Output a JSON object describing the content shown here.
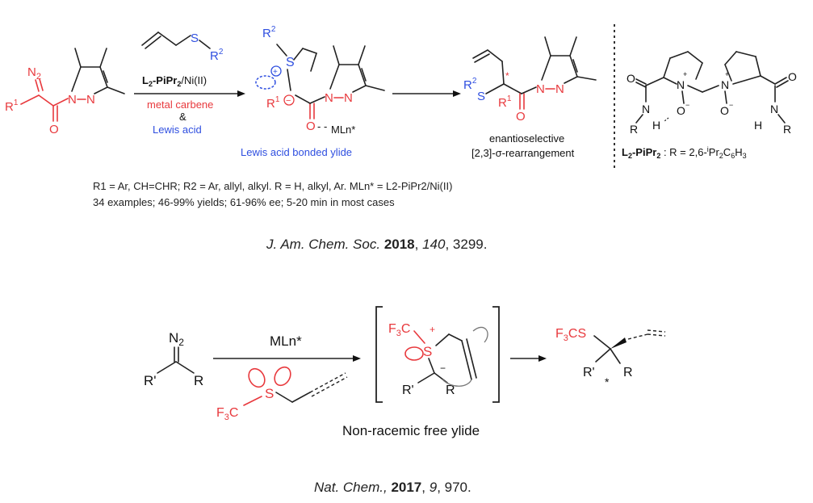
{
  "scheme1": {
    "reagent_r2": "R",
    "reagent_r2_sup": "2",
    "catalyst_prefix": "L",
    "catalyst_sub2": "2",
    "catalyst_mid": "-PiPr",
    "catalyst_suffix": "/Ni(II)",
    "metal_carbene": "metal carbene",
    "amp": "&",
    "lewis_acid": "Lewis acid",
    "ylide_caption": "Lewis acid bonded ylide",
    "mln_star": "MLn*",
    "enantio_line1": "enantioselective",
    "enantio_line2": "[2,3]-σ-rearrangement",
    "ligand_label_bold": "L2-PiPr2",
    "ligand_label_rest": ": R = 2,6-iPr2C6H3",
    "conditions_line1": "R1 = Ar, CH=CHR; R2 = Ar, allyl, alkyl. R = H, alkyl, Ar. MLn* = L2-PiPr2/Ni(II)",
    "conditions_line2": "34 examples; 46-99% yields; 61-96% ee; 5-20 min in most cases",
    "citation_journal": "J. Am. Chem. Soc.",
    "citation_year": "2018",
    "citation_volume": "140",
    "citation_page": "3299."
  },
  "scheme2": {
    "n2": "N2",
    "r_prime": "R'",
    "r": "R",
    "mln": "MLn*",
    "f3c": "F3C",
    "s": "S",
    "f3cs": "F3CS",
    "ylide_caption": "Non-racemic free ylide",
    "citation_journal": "Nat. Chem.,",
    "citation_year": "2017",
    "citation_volume": "9",
    "citation_page": "970."
  },
  "colors": {
    "red": "#e8393d",
    "blue": "#2f4fe0",
    "black": "#111111"
  }
}
